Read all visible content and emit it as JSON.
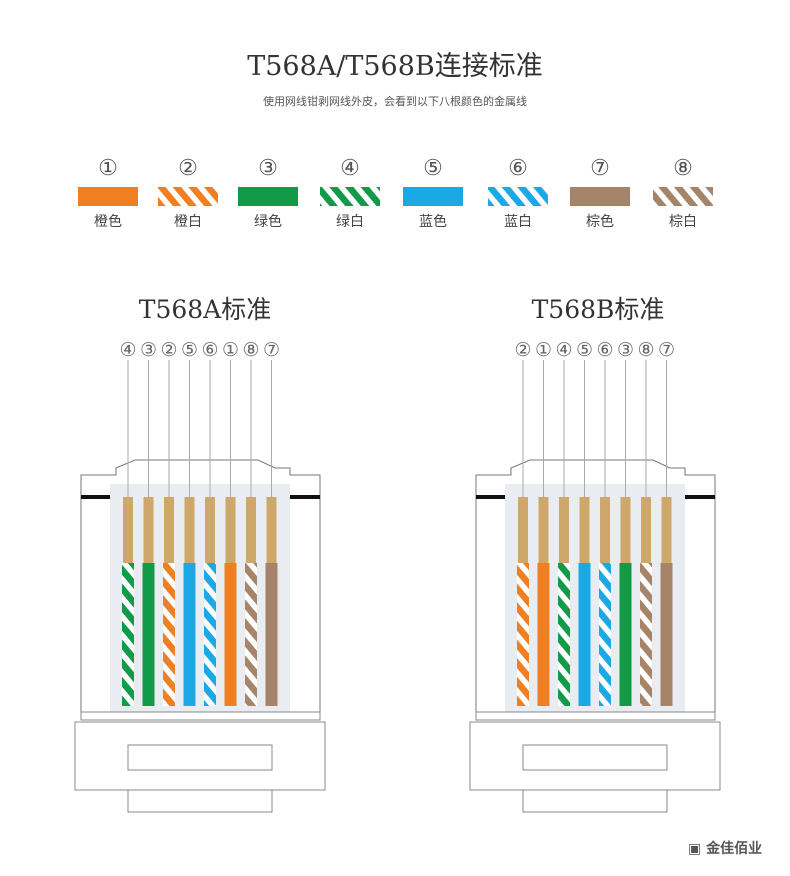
{
  "title": "T568A/T568B连接标准",
  "subtitle": "使用网线钳剥网线外皮，会看到以下八根颜色的金属线",
  "colors": {
    "orange": "#f07f22",
    "green": "#119b49",
    "blue": "#1ba9e6",
    "brown": "#a6846a",
    "gold": "#cda86a"
  },
  "legend": [
    {
      "num": "①",
      "label": "橙色",
      "color": "orange",
      "striped": false
    },
    {
      "num": "②",
      "label": "橙白",
      "color": "orange",
      "striped": true
    },
    {
      "num": "③",
      "label": "绿色",
      "color": "green",
      "striped": false
    },
    {
      "num": "④",
      "label": "绿白",
      "color": "green",
      "striped": true
    },
    {
      "num": "⑤",
      "label": "蓝色",
      "color": "blue",
      "striped": false
    },
    {
      "num": "⑥",
      "label": "蓝白",
      "color": "blue",
      "striped": true
    },
    {
      "num": "⑦",
      "label": "棕色",
      "color": "brown",
      "striped": false
    },
    {
      "num": "⑧",
      "label": "棕白",
      "color": "brown",
      "striped": true
    }
  ],
  "standards": [
    {
      "title": "T568A标准",
      "order": [
        4,
        3,
        2,
        5,
        6,
        1,
        8,
        7
      ]
    },
    {
      "title": "T568B标准",
      "order": [
        2,
        1,
        4,
        5,
        6,
        3,
        8,
        7
      ]
    }
  ],
  "brand": "金佳佰业"
}
